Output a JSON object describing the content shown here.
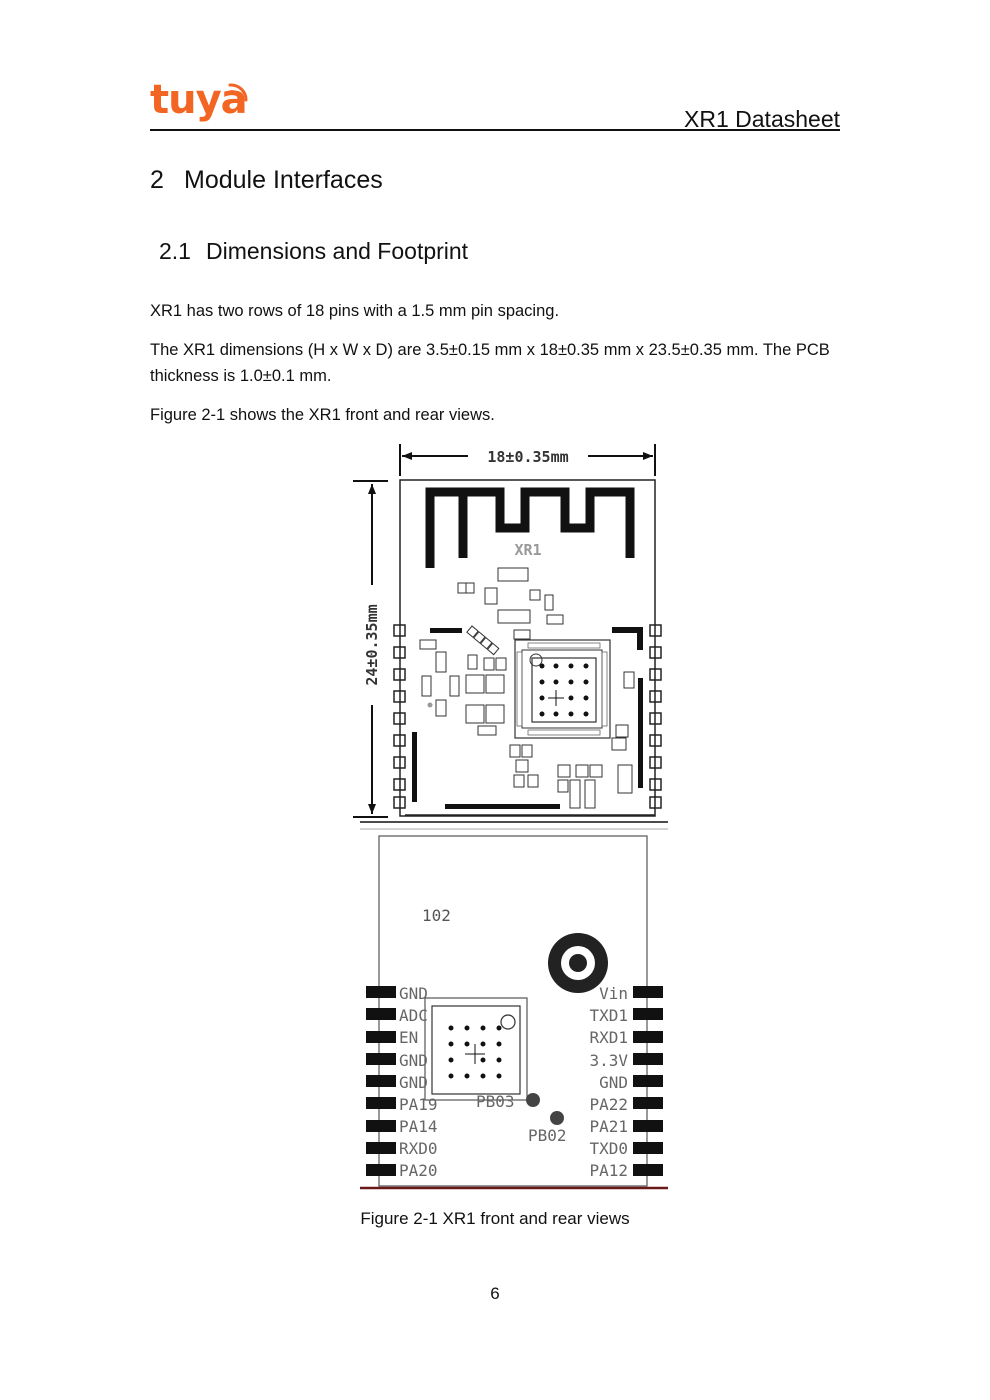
{
  "header": {
    "logo": "tuya",
    "doc_title": "XR1 Datasheet"
  },
  "section": {
    "number": "2",
    "title": "Module Interfaces"
  },
  "subsection": {
    "number": "2.1",
    "title": "Dimensions and Footprint"
  },
  "paragraphs": [
    "XR1 has two rows of 18 pins with a 1.5 mm pin spacing.",
    "The XR1 dimensions (H x W x D) are 3.5±0.15 mm x 18±0.35 mm x 23.5±0.35 mm. The PCB thickness is 1.0±0.1 mm.",
    "Figure 2-1 shows the XR1 front and rear views."
  ],
  "figure": {
    "width_label": "18±0.35mm",
    "height_label": "24±0.35mm",
    "front_silk": "XR1",
    "rear_marking": "102",
    "left_pins": [
      "GND",
      "ADC",
      "EN",
      "GND",
      "GND",
      "PA19",
      "PA14",
      "RXD0",
      "PA20"
    ],
    "right_pins": [
      "Vin",
      "TXD1",
      "RXD1",
      "3.3V",
      "GND",
      "PA22",
      "PA21",
      "TXD0",
      "PA12"
    ],
    "pad_labels": [
      "PB03",
      "PB02"
    ],
    "caption": "Figure 2-1 XR1 front and rear views"
  },
  "footer": {
    "page_number": "6"
  }
}
